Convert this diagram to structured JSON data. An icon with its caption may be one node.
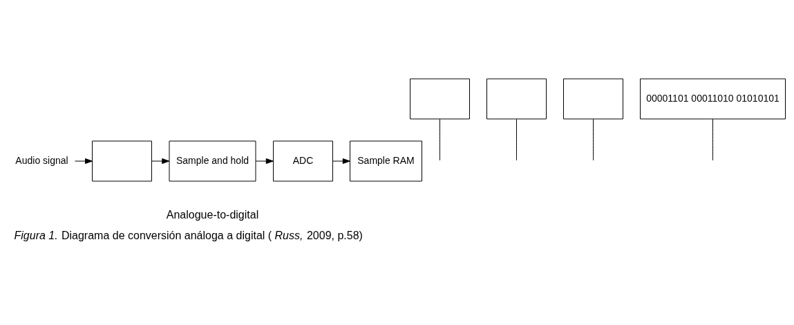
{
  "diagram": {
    "caption": "*Figura 1.* Diagrama de conversión análoga a digital (*Russ,* 2009, p.58)",
    "nodes": [
      {
        "text": [
          "Audio signal"
        ]
      },
      {
        "text": [],
        "shape": "box"
      },
      {
        "text": [
          "Sample and hold"
        ]
      },
      {
        "text": [
          "ADC"
        ]
      },
      {
        "text": [
          "Sample RAM"
        ]
      },
      {
        "text": [],
        "shape": "box"
      },
      {
        "text": [],
        "shape": "box"
      },
      {
        "text": [],
        "shape": "box"
      },
      {
        "text": [
          "00001101 00011010 01010101"
        ]
      }
    ],
    "edges": [
      {
        "from": 0,
        "to": 1,
        "arrow": "to"
      },
      {
        "from": 1,
        "to": 2,
        "arrow": "to"
      },
      {
        "from": 2,
        "to": 3,
        "arrow": "to"
      },
      {
        "from": 3,
        "to": 4,
        "arrow": "to"
      },
      {
        "from": 5,
        "to": null,
        "arrow": "none"
      },
      {
        "from": 6,
        "to": null,
        "arrow": "none"
      },
      {
        "from": 7,
        "to": null,
        "arrow": "none"
      },
      {
        "from": 8,
        "to": null,
        "arrow": "none"
      }
    ],
    "labels": [
      "Analogue-to-digital"
    ]
  }
}
